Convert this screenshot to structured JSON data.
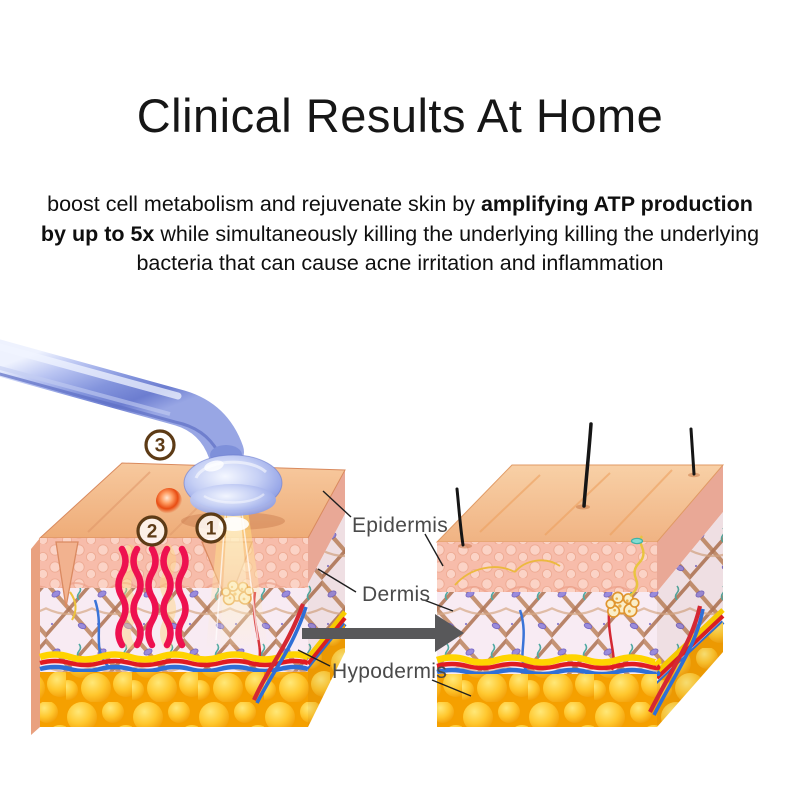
{
  "title": "Clinical Results At Home",
  "intro": {
    "seg1": "boost cell metabolism and rejuvenate skin by ",
    "seg2_bold": "amplifying ATP production by up to 5x",
    "seg3": " while simultaneously killing the underlying killing the underlying bacteria that can cause acne irritation and inflammation"
  },
  "diagram": {
    "layer_labels": {
      "epidermis": "Epidermis",
      "dermis": "Dermis",
      "hypodermis": "Hypodermis"
    },
    "markers": [
      {
        "number": "1"
      },
      {
        "number": "2"
      },
      {
        "number": "3"
      }
    ],
    "colors": {
      "heat_wave_red": "#ee1150",
      "arrow_gray": "#58585a",
      "marker_brown": "#5d3b16",
      "label_gray": "#4a4a4a",
      "wand_glass_blue": "#8495dd",
      "skin_surface_peach": "#f0b183",
      "epidermis_salmon": "#f7bcaa",
      "dermis_pink": "#f8ebf3",
      "collagen_fiber_brown": "#c08a66",
      "hypodermis_orange": "#f5a000",
      "vessel_yellow": "#ffd400",
      "vessel_red": "#e11b22",
      "vessel_blue": "#2f6fd6"
    }
  }
}
